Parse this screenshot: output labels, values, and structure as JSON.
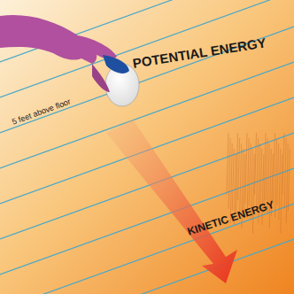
{
  "diagram": {
    "labels": [
      "POTENTIAL ENERGY",
      "5 feet above floor",
      "KINETIC ENERGY"
    ]
  }
}
